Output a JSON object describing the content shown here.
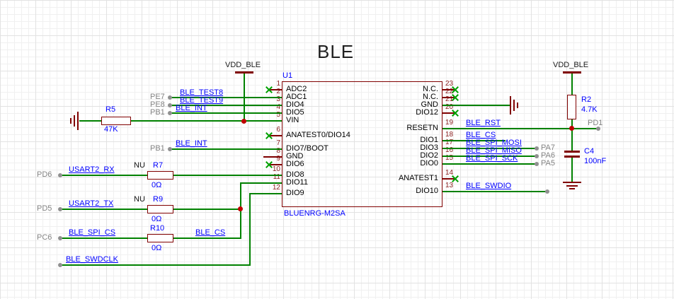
{
  "title": "BLE",
  "chip": {
    "refdes": "U1",
    "part_label": "BLUENRG-M2SA",
    "left_pins": [
      {
        "num": "1",
        "name": "ADC2"
      },
      {
        "num": "2",
        "name": "ADC1"
      },
      {
        "num": "3",
        "name": "DIO4"
      },
      {
        "num": "4",
        "name": "DIO5"
      },
      {
        "num": "5",
        "name": "VIN"
      },
      {
        "num": "6",
        "name": "ANATEST0/DIO14"
      },
      {
        "num": "7",
        "name": "DIO7/BOOT"
      },
      {
        "num": "8",
        "name": "GND"
      },
      {
        "num": "9",
        "name": "DIO6"
      },
      {
        "num": "10",
        "name": "DIO8"
      },
      {
        "num": "11",
        "name": "DIO11"
      },
      {
        "num": "12",
        "name": "DIO9"
      }
    ],
    "right_pins": [
      {
        "num": "23",
        "name": "N.C."
      },
      {
        "num": "22",
        "name": "N.C."
      },
      {
        "num": "21",
        "name": "GND"
      },
      {
        "num": "20",
        "name": "DIO12"
      },
      {
        "num": "19",
        "name": "RESETN"
      },
      {
        "num": "18",
        "name": "DIO1"
      },
      {
        "num": "17",
        "name": "DIO3"
      },
      {
        "num": "16",
        "name": "DIO2"
      },
      {
        "num": "15",
        "name": "DIO0"
      },
      {
        "num": "14",
        "name": "ANATEST1"
      },
      {
        "num": "13",
        "name": "DIO10"
      }
    ]
  },
  "power": {
    "vdd_left": "VDD_BLE",
    "vdd_right": "VDD_BLE"
  },
  "resistors": {
    "r5": {
      "ref": "R5",
      "value": "47K"
    },
    "r7": {
      "ref": "R7",
      "value": "0Ω",
      "fit": "NU"
    },
    "r9": {
      "ref": "R9",
      "value": "0Ω",
      "fit": "NU"
    },
    "r10": {
      "ref": "R10",
      "value": "0Ω"
    },
    "r2": {
      "ref": "R2",
      "value": "4.7K"
    }
  },
  "capacitors": {
    "c4": {
      "ref": "C4",
      "value": "100nF"
    }
  },
  "net_labels": {
    "ble_test8": "BLE_TEST8",
    "ble_test9": "BLE_TEST9",
    "ble_int_a": "BLE_INT",
    "ble_int_b": "BLE_INT",
    "usart2_rx": "USART2_RX",
    "usart2_tx": "USART2_TX",
    "ble_spi_cs": "BLE_SPI_CS",
    "ble_cs_left": "BLE_CS",
    "ble_swdclk": "BLE_SWDCLK",
    "ble_rst": "BLE_RST",
    "ble_cs_right": "BLE_CS",
    "ble_spi_mosi": "BLE_SPI_MOSI",
    "ble_spi_miso": "BLE_SPI_MISO",
    "ble_spi_sck": "BLE_SPI_SCK",
    "ble_swdio": "BLE_SWDIO"
  },
  "ports": {
    "pe7": "PE7",
    "pe8": "PE8",
    "pb1_a": "PB1",
    "pb1_b": "PB1",
    "pd6": "PD6",
    "pd5": "PD5",
    "pc6": "PC6",
    "pd1": "PD1",
    "pa7": "PA7",
    "pa6": "PA6",
    "pa5": "PA5"
  },
  "colors": {
    "wire": "#008100",
    "symbol_outline": "#800000",
    "net_label": "#0000ff",
    "designator": "#0000ff",
    "port_text": "#848484",
    "pin_name": "#000000",
    "pin_number": "#8b2020",
    "no_connect": "#00a000",
    "junction": "#c00000",
    "title": "#202020"
  }
}
